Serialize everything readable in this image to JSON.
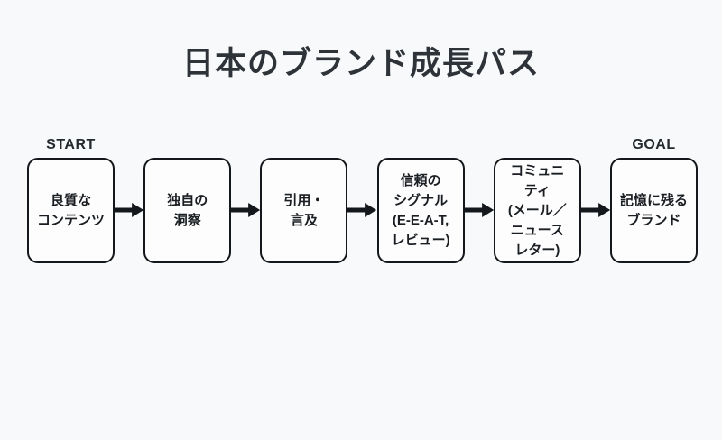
{
  "title": "日本のブランド成長パス",
  "flow": {
    "start_label": "START",
    "goal_label": "GOAL",
    "nodes": [
      {
        "label": "良質な\nコンテンツ"
      },
      {
        "label": "独自の\n洞察"
      },
      {
        "label": "引用・\n言及"
      },
      {
        "label": "信頼の\nシグナル\n(E-E-A-T,\nレビュー)"
      },
      {
        "label": "コミュニ\nティ\n(メール／\nニュース\nレター)"
      },
      {
        "label": "記憶に残る\nブランド"
      }
    ]
  },
  "colors": {
    "page_background": "#f8f9fa",
    "box_background": "#fdfdfe",
    "box_border": "#14181c",
    "box_text": "#1a1e22",
    "title_text": "#2d3338",
    "arrow": "#14181c"
  }
}
